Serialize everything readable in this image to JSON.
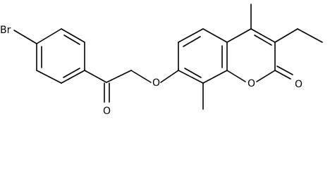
{
  "molecule": {
    "atom_labels": {
      "bromine": "Br",
      "ketone_oxygen": "O",
      "ether_oxygen": "O",
      "ring_oxygen": "O",
      "carbonyl_oxygen": "O"
    }
  }
}
